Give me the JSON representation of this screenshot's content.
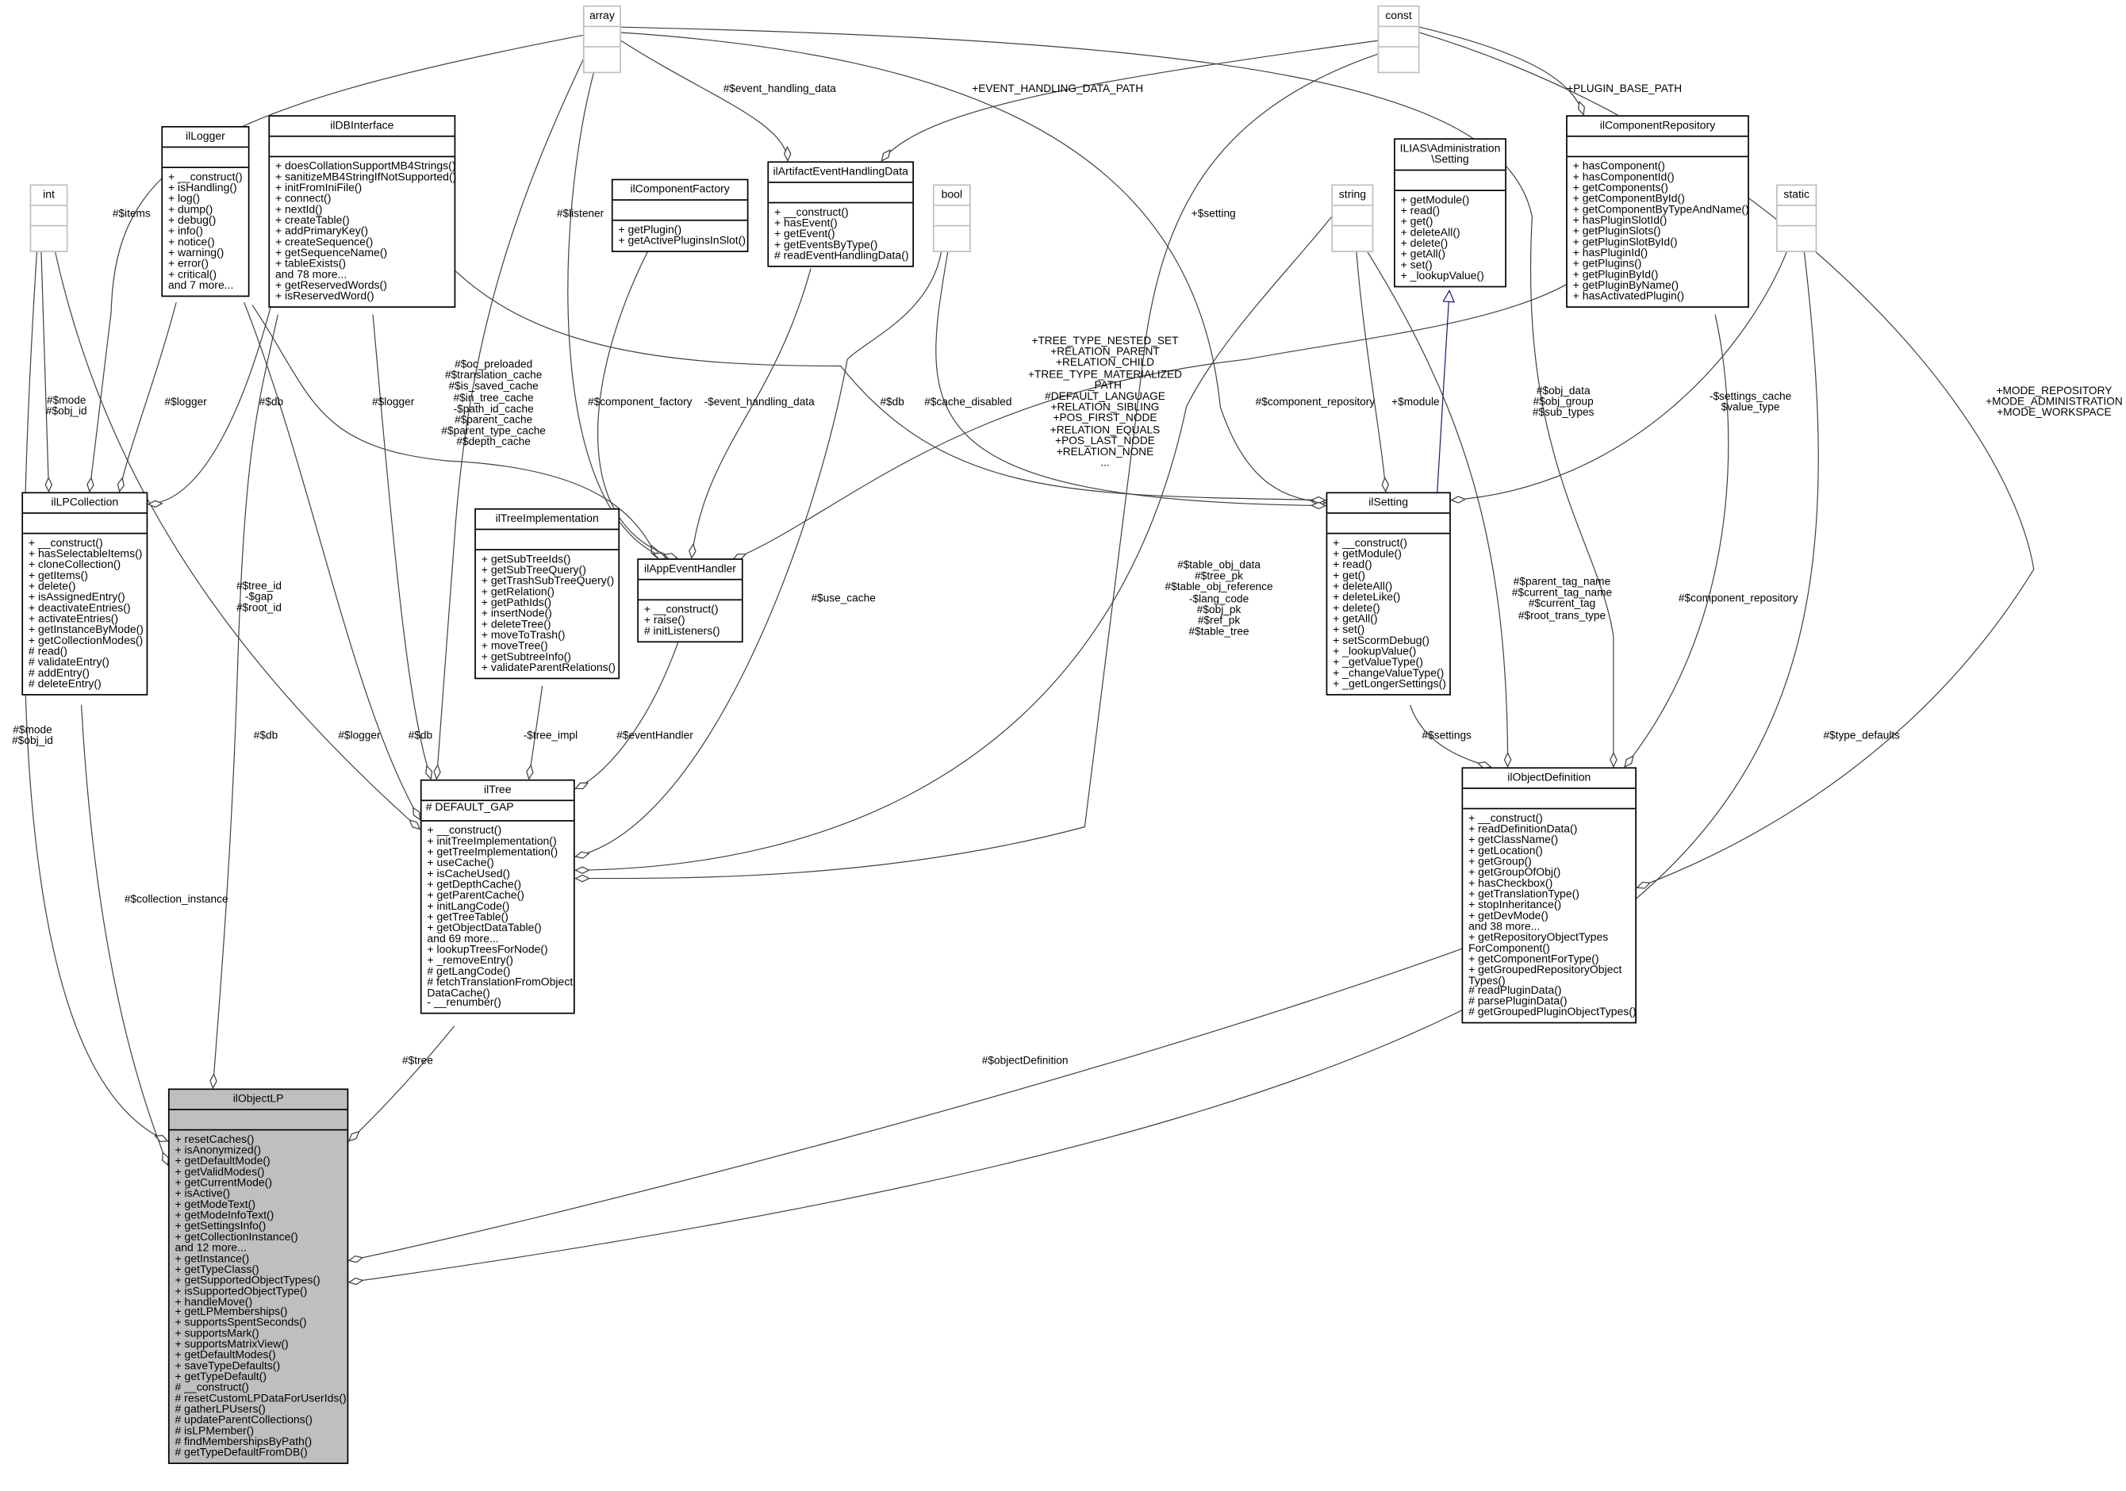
{
  "classes": {
    "array": {
      "name": "array",
      "attributes": [],
      "methods": []
    },
    "const": {
      "name": "const",
      "attributes": [],
      "methods": []
    },
    "int": {
      "name": "int",
      "attributes": [],
      "methods": []
    },
    "bool": {
      "name": "bool",
      "attributes": [],
      "methods": []
    },
    "string": {
      "name": "string",
      "attributes": [],
      "methods": []
    },
    "static": {
      "name": "static",
      "attributes": [],
      "methods": []
    },
    "ilLogger": {
      "name": "ilLogger",
      "attributes": [],
      "methods": [
        "+ __construct()",
        "+ isHandling()",
        "+ log()",
        "+ dump()",
        "+ debug()",
        "+ info()",
        "+ notice()",
        "+ warning()",
        "+ error()",
        "+ critical()",
        "and 7 more..."
      ]
    },
    "ilDBInterface": {
      "name": "ilDBInterface",
      "attributes": [],
      "methods": [
        "+ doesCollationSupportMB4Strings()",
        "+ sanitizeMB4StringIfNotSupported()",
        "+ initFromIniFile()",
        "+ connect()",
        "+ nextId()",
        "+ createTable()",
        "+ addPrimaryKey()",
        "+ createSequence()",
        "+ getSequenceName()",
        "+ tableExists()",
        "and 78 more...",
        "+ getReservedWords()",
        "+ isReservedWord()"
      ]
    },
    "ilComponentFactory": {
      "name": "ilComponentFactory",
      "attributes": [],
      "methods": [
        "+ getPlugin()",
        "+ getActivePluginsInSlot()"
      ]
    },
    "ilArtifactEventHandlingData": {
      "name": "ilArtifactEventHandlingData",
      "attributes": [],
      "methods": [
        "+ __construct()",
        "+ hasEvent()",
        "+ getEvent()",
        "+ getEventsByType()",
        "# readEventHandlingData()"
      ]
    },
    "iliasSetting": {
      "name": "ILIAS\\Administration\n\\Setting",
      "attributes": [],
      "methods": [
        "+ getModule()",
        "+ read()",
        "+ get()",
        "+ deleteAll()",
        "+ delete()",
        "+ getAll()",
        "+ set()",
        "+ _lookupValue()"
      ]
    },
    "ilComponentRepository": {
      "name": "ilComponentRepository",
      "attributes": [],
      "methods": [
        "+ hasComponent()",
        "+ hasComponentId()",
        "+ getComponents()",
        "+ getComponentById()",
        "+ getComponentByTypeAndName()",
        "+ hasPluginSlotId()",
        "+ getPluginSlots()",
        "+ getPluginSlotById()",
        "+ hasPluginId()",
        "+ getPlugins()",
        "+ getPluginById()",
        "+ getPluginByName()",
        "+ hasActivatedPlugin()"
      ]
    },
    "ilLPCollection": {
      "name": "ilLPCollection",
      "attributes": [],
      "methods": [
        "+ __construct()",
        "+ hasSelectableItems()",
        "+ cloneCollection()",
        "+ getItems()",
        "+ delete()",
        "+ isAssignedEntry()",
        "+ deactivateEntries()",
        "+ activateEntries()",
        "+ getInstanceByMode()",
        "+ getCollectionModes()",
        "# read()",
        "# validateEntry()",
        "# addEntry()",
        "# deleteEntry()"
      ]
    },
    "ilTreeImplementation": {
      "name": "ilTreeImplementation",
      "attributes": [],
      "methods": [
        "+ getSubTreeIds()",
        "+ getSubTreeQuery()",
        "+ getTrashSubTreeQuery()",
        "+ getRelation()",
        "+ getPathIds()",
        "+ insertNode()",
        "+ deleteTree()",
        "+ moveToTrash()",
        "+ moveTree()",
        "+ getSubtreeInfo()",
        "+ validateParentRelations()"
      ]
    },
    "ilAppEventHandler": {
      "name": "ilAppEventHandler",
      "attributes": [],
      "methods": [
        "+ __construct()",
        "+ raise()",
        "# initListeners()"
      ]
    },
    "ilSetting": {
      "name": "ilSetting",
      "attributes": [],
      "methods": [
        "+ __construct()",
        "+ getModule()",
        "+ read()",
        "+ get()",
        "+ deleteAll()",
        "+ deleteLike()",
        "+ delete()",
        "+ getAll()",
        "+ set()",
        "+ setScormDebug()",
        "+ _lookupValue()",
        "+ _getValueType()",
        "+ _changeValueType()",
        "+ _getLongerSettings()"
      ]
    },
    "ilTree": {
      "name": "ilTree",
      "attributes": [
        "# DEFAULT_GAP"
      ],
      "methods": [
        "+ __construct()",
        "+ initTreeImplementation()",
        "+ getTreeImplementation()",
        "+ useCache()",
        "+ isCacheUsed()",
        "+ getDepthCache()",
        "+ getParentCache()",
        "+ initLangCode()",
        "+ getTreeTable()",
        "+ getObjectDataTable()",
        "and 69 more...",
        "+ lookupTreesForNode()",
        "+ _removeEntry()",
        "# getLangCode()",
        "# fetchTranslationFromObject",
        "DataCache()",
        "- __renumber()"
      ]
    },
    "ilObjectDefinition": {
      "name": "ilObjectDefinition",
      "attributes": [],
      "methods": [
        "+ __construct()",
        "+ readDefinitionData()",
        "+ getClassName()",
        "+ getLocation()",
        "+ getGroup()",
        "+ getGroupOfObj()",
        "+ hasCheckbox()",
        "+ getTranslationType()",
        "+ stopInheritance()",
        "+ getDevMode()",
        "and 38 more...",
        "+ getRepositoryObjectTypes",
        "ForComponent()",
        "+ getComponentForType()",
        "+ getGroupedRepositoryObject",
        "Types()",
        "# readPluginData()",
        "# parsePluginData()",
        "# getGroupedPluginObjectTypes()"
      ]
    },
    "ilObjectLP": {
      "name": "ilObjectLP",
      "attributes": [],
      "methods": [
        "+ resetCaches()",
        "+ isAnonymized()",
        "+ getDefaultMode()",
        "+ getValidModes()",
        "+ getCurrentMode()",
        "+ isActive()",
        "+ getModeText()",
        "+ getModeInfoText()",
        "+ getSettingsInfo()",
        "+ getCollectionInstance()",
        "and 12 more...",
        "+ getInstance()",
        "+ getTypeClass()",
        "+ getSupportedObjectTypes()",
        "+ isSupportedObjectType()",
        "+ handleMove()",
        "+ getLPMemberships()",
        "+ supportsSpentSeconds()",
        "+ supportsMark()",
        "+ supportsMatrixView()",
        "+ getDefaultModes()",
        "+ saveTypeDefaults()",
        "+ getTypeDefault()",
        "# __construct()",
        "# resetCustomLPDataForUserIds()",
        "# gatherLPUsers()",
        "# updateParentCollections()",
        "# isLPMember()",
        "# findMembershipsByPath()",
        "# getTypeDefaultFromDB()"
      ]
    }
  },
  "edge_labels": {
    "items": "#$items",
    "int_lpcoll": "#$mode\n#$obj_id",
    "logger_lpcoll": "#$logger",
    "db_lpcoll": "#$db",
    "logger_appevent": "#$logger",
    "tree_caches": "#$oc_preloaded\n#$translation_cache\n#$is_saved_cache\n#$in_tree_cache\n-$path_id_cache\n#$parent_cache\n#$parent_type_cache\n#$depth_cache",
    "listener": "#$listener",
    "component_factory": "#$component_factory",
    "event_handling_data_priv": "-$event_handling_data",
    "event_handling_data": "#$event_handling_data",
    "event_path": "+EVENT_HANDLING_DATA_PATH",
    "setting": "+$setting",
    "db_setting": "#$db",
    "cache_disabled": "#$cache_disabled",
    "tree_consts": "+TREE_TYPE_NESTED_SET\n+RELATION_PARENT\n+RELATION_CHILD\n+TREE_TYPE_MATERIALIZED\n_PATH\n#DEFAULT_LANGUAGE\n+RELATION_SIBLING\n+POS_FIRST_NODE\n+RELATION_EQUALS\n+POS_LAST_NODE\n+RELATION_NONE\n...",
    "component_repository_appevent": "#$component_repository",
    "module": "+$module",
    "obj_data": "#$obj_data\n#$obj_group\n#$sub_types",
    "settings_cache": "-$settings_cache\n$value_type",
    "plugin_base_path": "+PLUGIN_BASE_PATH",
    "mode_consts": "+MODE_REPOSITORY\n+MODE_ADMINISTRATION\n+MODE_WORKSPACE",
    "int_objlp": "#$mode\n#$obj_id",
    "collection_instance": "#$collection_instance",
    "tree_ids": "#$tree_id\n-$gap\n#$root_id",
    "logger_tree": "#$logger",
    "db_tree": "#$db",
    "db_objlp": "#$db",
    "tree": "#$tree",
    "tree_impl": "-$tree_impl",
    "event_handler": "#$eventHandler",
    "use_cache": "#$use_cache",
    "table_names": "#$table_obj_data\n#$tree_pk\n#$table_obj_reference\n-$lang_code\n#$obj_pk\n#$ref_pk\n#$table_tree",
    "tag_names": "#$parent_tag_name\n#$current_tag_name\n#$current_tag\n#$root_trans_type",
    "component_repository_objdef": "#$component_repository",
    "settings": "#$settings",
    "type_defaults": "#$type_defaults",
    "object_definition": "#$objectDefinition"
  },
  "colors": {
    "focus_fill": "#bfbfbf",
    "primitive_border": "#bfbfbf",
    "edge": "#404040",
    "inheritance": "#191970"
  }
}
